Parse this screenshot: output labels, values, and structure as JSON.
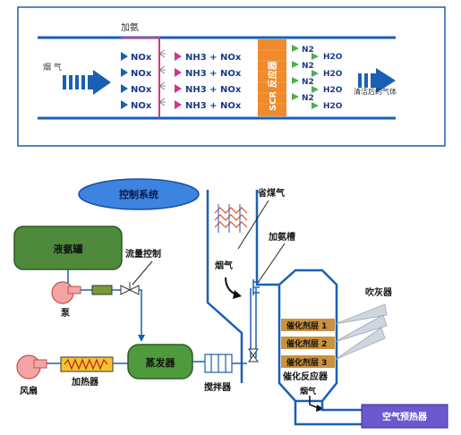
{
  "top": {
    "ammonia_in": "加氨",
    "flue_gas": "烟 气",
    "nox": [
      "NOx",
      "NOx",
      "NOx",
      "NOx"
    ],
    "mix": [
      "NH3 + NOx",
      "NH3 + NOx",
      "NH3 + NOx",
      "NH3 + NOx"
    ],
    "scr_label": "SCR 反应器",
    "n2": [
      "N2",
      "N2",
      "N2",
      "N2"
    ],
    "h2o": [
      "H2O",
      "H2O",
      "H2O",
      "H2O"
    ],
    "clean_gas": "清洁后的气体"
  },
  "bottom": {
    "control_system": "控制系统",
    "economizer": "省煤气",
    "flue_gas": "烟气",
    "ammonia_grid": "加氨槽",
    "soot_blower": "吹灰器",
    "ammonia_tank": "液氨罐",
    "flow_control": "流量控制",
    "pump": "泵",
    "fan": "风扇",
    "heater": "加热器",
    "evaporator": "蒸发器",
    "mixer": "搅拌器",
    "catalyst_layers": [
      "催化剂层 1",
      "催化剂层 2",
      "催化剂层 3"
    ],
    "reactor": "催化反应器",
    "flue_gas_out": "烟气",
    "air_preheater": "空气预热器"
  },
  "colors": {
    "blue": "#1a5fb4",
    "pink": "#d6338a",
    "scr_orange": "#f08a2a",
    "tank_green": "#4f8a3c",
    "control_blue": "#3d83e0",
    "catalyst": "#c9923e",
    "preheater": "#6a5acd"
  }
}
